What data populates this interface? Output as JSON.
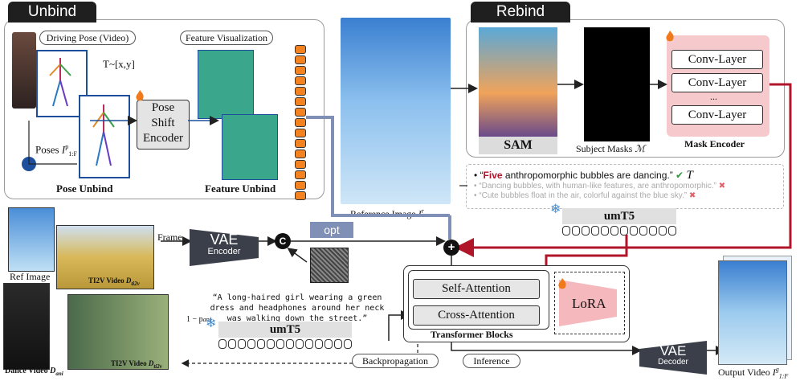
{
  "unbind": {
    "tab_label": "Unbind",
    "driving_pose_label": "Driving Pose (Video)",
    "shift_label": "T~[x,y]",
    "pose_shift_encoder": [
      "Pose",
      "Shift",
      "Encoder"
    ],
    "poses_label": "Poses",
    "feature_visualization_label": "Feature Visualization",
    "pose_unbind_label": "Pose Unbind",
    "feature_unbind_label": "Feature Unbind"
  },
  "rebind": {
    "tab_label": "Rebind",
    "sam_label": "SAM",
    "subject_masks_label": "Subject Masks",
    "conv_layers": [
      "Conv-Layer",
      "Conv-Layer",
      "Conv-Layer"
    ],
    "conv_dots": "...",
    "mask_encoder_label": "Mask Encoder",
    "reference_image_label": "Reference Image"
  },
  "captions": {
    "positive": "“Five anthropomorphic bubbles are dancing.”",
    "positive_highlight": "Five",
    "negative_1": "“Dancing bubbles, with human-like features, are anthropomorphic.”",
    "negative_2": "“Cute bubbles float in the air, colorful against the blue sky.”",
    "tau_symbol": "T",
    "umt5_label": "umT5"
  },
  "pipeline": {
    "opt_label": "opt",
    "frame_label": "Frame",
    "vae_encoder": [
      "VAE",
      "Encoder"
    ],
    "concat_symbol": "C",
    "plus_symbol": "+",
    "self_attention": "Self-Attention",
    "cross_attention": "Cross-Attention",
    "lora_label": "LoRA",
    "transformer_blocks_label": "Transformer Blocks",
    "backpropagation_label": "Backpropagation",
    "inference_label": "Inference",
    "vae_decoder": [
      "VAE",
      "Decoder"
    ],
    "output_video_label": "Output Video",
    "prompt_text": "“A long-haired girl wearing a green dress and headphones around her neck was walking down the street.”",
    "umt5_label": "umT5",
    "prob_label": "1 − p"
  },
  "inputs": {
    "ref_image_label": "Ref Image",
    "ti2v_video_label": "TI2V Video",
    "dance_video_label": "Dance Video",
    "ti2v_video_label_2": "TI2V Video"
  },
  "colors": {
    "blue_arrow": "#7f8fb5",
    "red_arrow": "#b0152a",
    "pink_box": "#f6c9cc",
    "lora_pink": "#f4b8bd"
  }
}
